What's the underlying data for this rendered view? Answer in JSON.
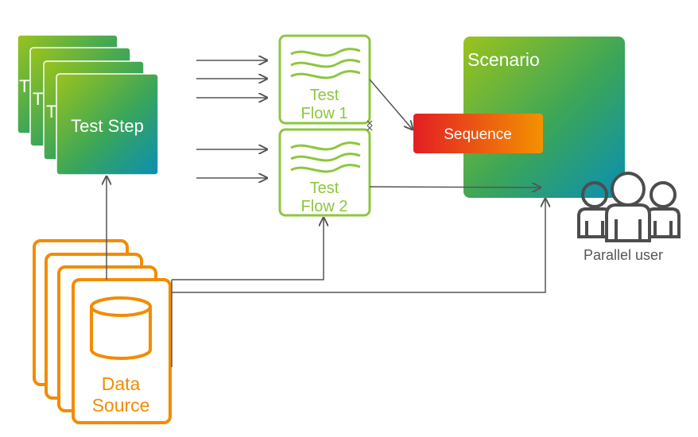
{
  "test_steps": {
    "label": "Test Step",
    "back_labels": [
      "T",
      "T",
      "T"
    ]
  },
  "test_flows": [
    {
      "line1": "Test",
      "line2": "Flow 1"
    },
    {
      "line1": "Test",
      "line2": "Flow 2"
    }
  ],
  "scenario": {
    "label": "Scenario"
  },
  "sequence": {
    "label": "Sequence"
  },
  "parallel_user": {
    "label": "Parallel user"
  },
  "data_source": {
    "line1": "Data",
    "line2": "Source"
  },
  "colors": {
    "green": "#8dc63f",
    "teal": "#0a8fb4",
    "orange": "#f28c00",
    "red": "#e31e24",
    "flow_green": "#8dc63f",
    "arrow": "#555555",
    "user_icon": "#4d4d4d"
  }
}
